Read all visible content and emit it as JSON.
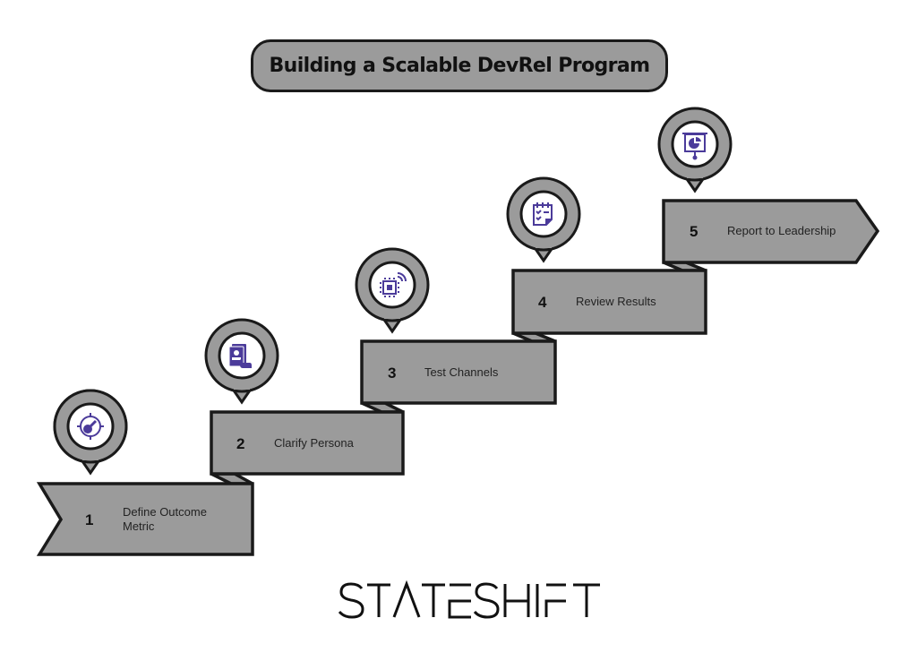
{
  "title": "Building a Scalable DevRel Program",
  "colors": {
    "fill_gray": "#9b9b9b",
    "stroke": "#1a1a1a",
    "icon_purple": "#4b3b9a",
    "background": "#ffffff"
  },
  "steps": [
    {
      "number": "1",
      "label_line1": "Define Outcome",
      "label_line2": "Metric",
      "icon": "target-key-icon"
    },
    {
      "number": "2",
      "label_line1": "Clarify Persona",
      "label_line2": "",
      "icon": "persona-card-icon"
    },
    {
      "number": "3",
      "label_line1": "Test Channels",
      "label_line2": "",
      "icon": "chip-signal-icon"
    },
    {
      "number": "4",
      "label_line1": "Review Results",
      "label_line2": "",
      "icon": "checklist-clipboard-icon"
    },
    {
      "number": "5",
      "label_line1": "Report to Leadership",
      "label_line2": "",
      "icon": "presentation-chart-icon"
    }
  ],
  "logo": {
    "text": "STATESHIFT"
  }
}
